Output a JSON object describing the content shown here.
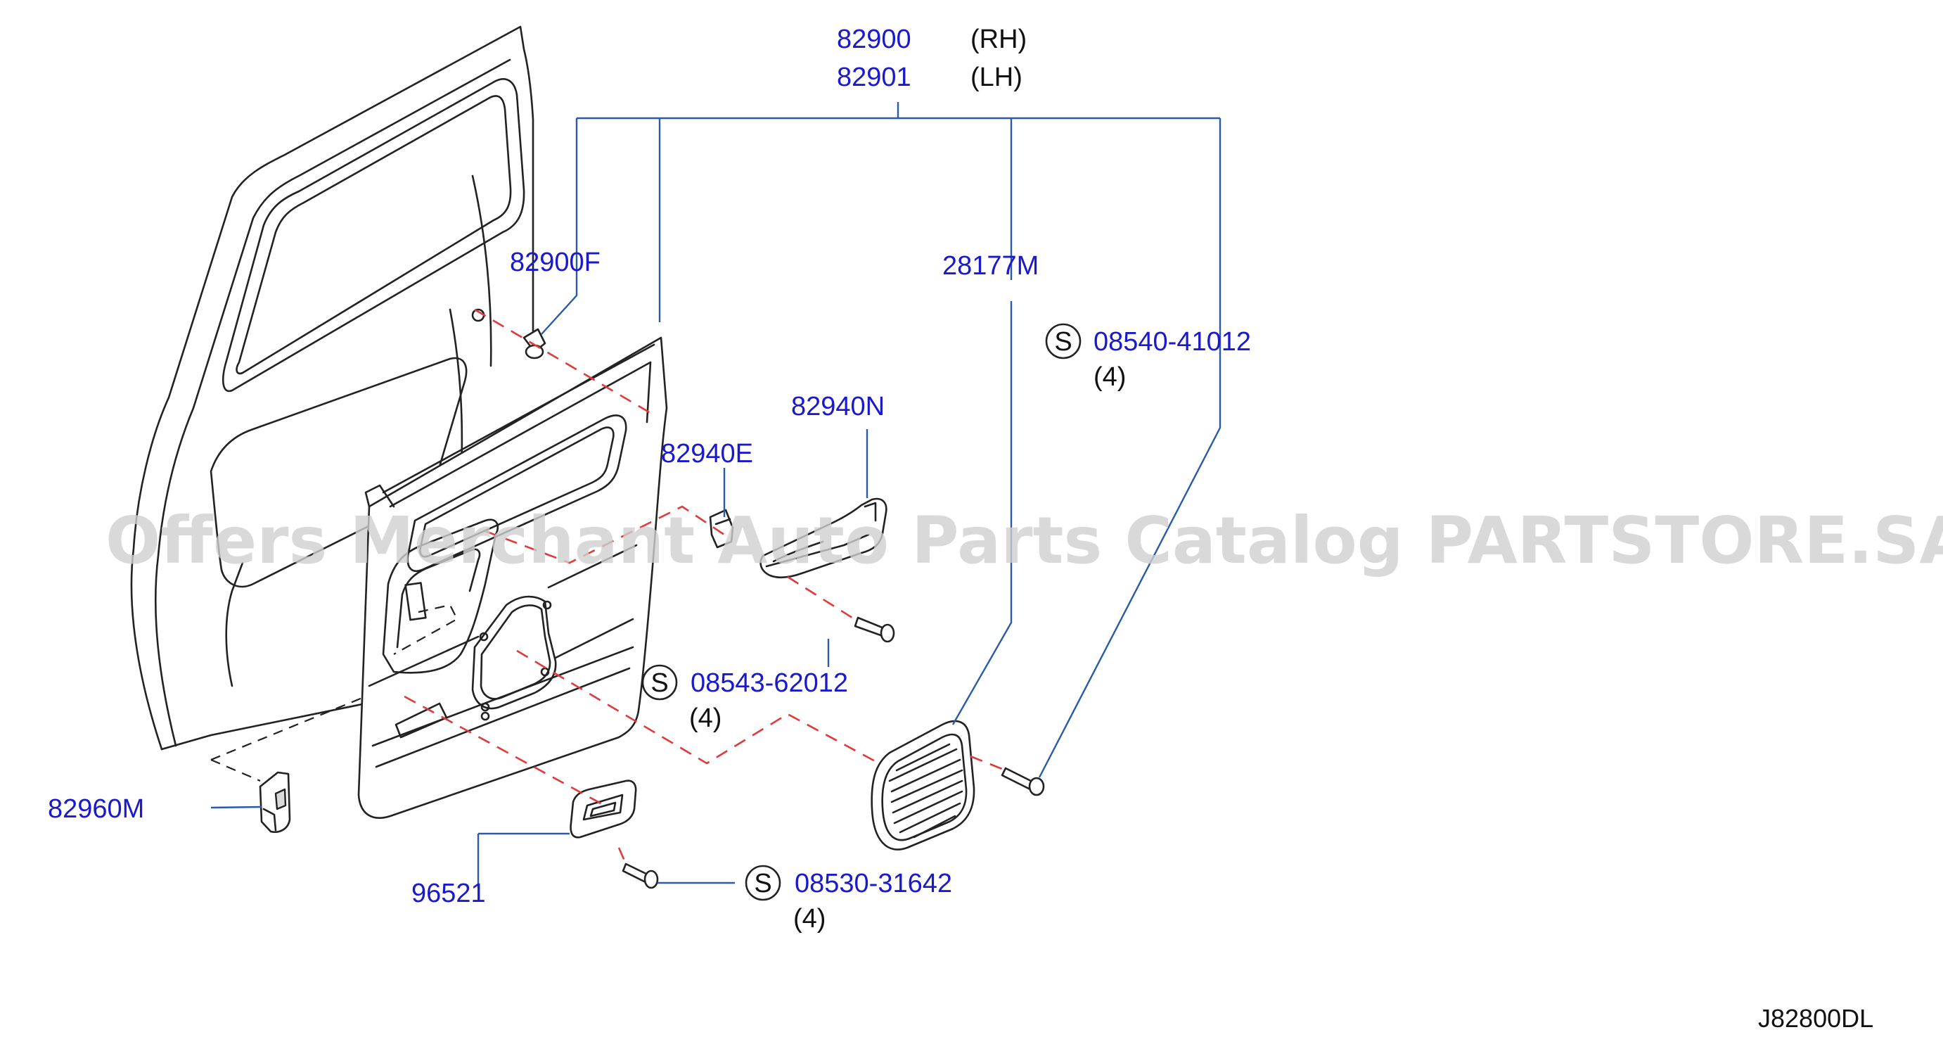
{
  "diagram": {
    "parts": {
      "trim_rh": "82900",
      "trim_lh": "82901",
      "side_rh": "(RH)",
      "side_lh": "(LH)",
      "clip": "82900F",
      "grip_bracket": "82940E",
      "grip": "82940N",
      "speaker_grille": "28177M",
      "screw_grille": "08540-41012",
      "screw_grille_qty": "(4)",
      "screw_grip": "08543-62012",
      "screw_grip_qty": "(4)",
      "screw_lamp": "08530-31642",
      "screw_lamp_qty": "(4)",
      "switch": "82960M",
      "lamp": "96521",
      "standard_symbol": "S"
    },
    "reference_code": "J82800DL",
    "watermark": "Offers Merchant Auto Parts Catalog PARTSTORE.SA"
  }
}
